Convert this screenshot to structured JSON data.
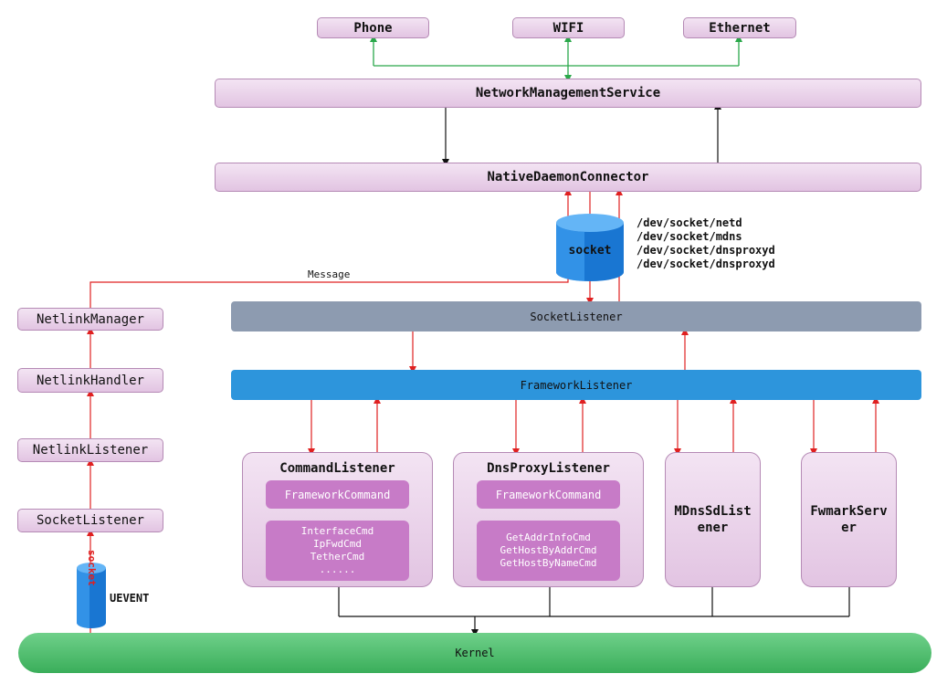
{
  "top_nodes": {
    "phone": "Phone",
    "wifi": "WIFI",
    "ethernet": "Ethernet"
  },
  "nms": "NetworkManagementService",
  "ndc": "NativeDaemonConnector",
  "socket_cyl": "socket",
  "socket_paths": [
    "/dev/socket/netd",
    "/dev/socket/mdns",
    "/dev/socket/dnsproxyd",
    "/dev/socket/dnsproxyd"
  ],
  "message_label": "Message",
  "socket_listener_bar": "SocketListener",
  "framework_listener_bar": "FrameworkListener",
  "left_stack": [
    "NetlinkManager",
    "NetlinkHandler",
    "NetlinkListener",
    "SocketListener"
  ],
  "uevent_cyl": {
    "vertical": "socket",
    "label": "UEVENT"
  },
  "command_listener": {
    "title": "CommandListener",
    "fw_cmd": "FrameworkCommand",
    "cmds": [
      "InterfaceCmd",
      "IpFwdCmd",
      "TetherCmd",
      "......"
    ]
  },
  "dns_proxy_listener": {
    "title": "DnsProxyListener",
    "fw_cmd": "FrameworkCommand",
    "cmds": [
      "GetAddrInfoCmd",
      "GetHostByAddrCmd",
      "GetHostByNameCmd"
    ]
  },
  "mdns_listener": [
    "MDnsSdList",
    "ener"
  ],
  "fwmark_server": [
    "FwmarkServ",
    "er"
  ],
  "kernel": "Kernel",
  "colors": {
    "red_arrow": "#e02020",
    "green_line": "#2aa84a",
    "black_line": "#111111",
    "blue_arrow": "#2f7fc6"
  }
}
